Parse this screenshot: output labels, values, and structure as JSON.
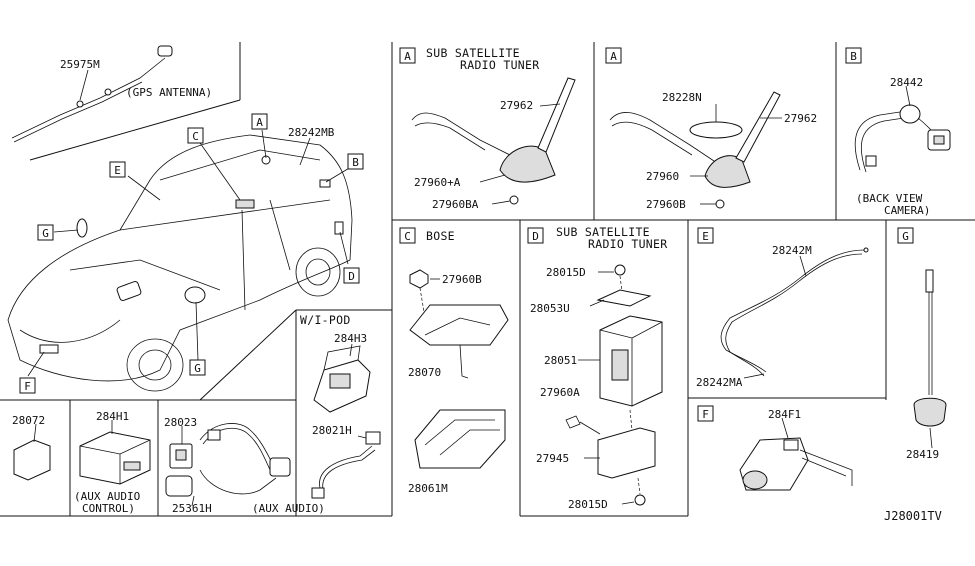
{
  "diagram_code": "J28001TV",
  "sections": {
    "gps": {
      "parts": [
        "25975M"
      ],
      "caption": "(GPS ANTENNA)"
    },
    "vehicle": {
      "parts": [
        "28242MB"
      ],
      "callouts": [
        "A",
        "B",
        "C",
        "E",
        "G",
        "D",
        "F",
        "G"
      ]
    },
    "a1": {
      "letter": "A",
      "title_line1": "SUB SATELLITE",
      "title_line2": "RADIO TUNER",
      "parts": [
        "27962",
        "27960+A",
        "27960BA"
      ]
    },
    "a2": {
      "letter": "A",
      "parts": [
        "28228N",
        "27962",
        "27960",
        "27960B"
      ]
    },
    "b": {
      "letter": "B",
      "parts": [
        "28442"
      ],
      "caption_line1": "(BACK VIEW",
      "caption_line2": "CAMERA)"
    },
    "c": {
      "letter": "C",
      "title": "BOSE",
      "parts": [
        "27960B",
        "28070",
        "28061M"
      ]
    },
    "d": {
      "letter": "D",
      "title_line1": "SUB SATELLITE",
      "title_line2": "RADIO TUNER",
      "parts": [
        "28015D",
        "28053U",
        "28051",
        "27960A",
        "27945",
        "28015D"
      ]
    },
    "e": {
      "letter": "E",
      "parts": [
        "28242M",
        "28242MA"
      ]
    },
    "g": {
      "letter": "G",
      "parts": [
        "28419"
      ]
    },
    "f": {
      "letter": "F",
      "parts": [
        "284F1"
      ]
    },
    "aux_control": {
      "parts": [
        "28072",
        "284H1"
      ],
      "caption_line1": "(AUX AUDIO",
      "caption_line2": "CONTROL)"
    },
    "aux_audio": {
      "parts": [
        "28023",
        "25361H"
      ],
      "caption": "(AUX AUDIO)"
    },
    "ipod": {
      "title": "W/I-POD",
      "parts": [
        "284H3",
        "28021H"
      ]
    }
  }
}
